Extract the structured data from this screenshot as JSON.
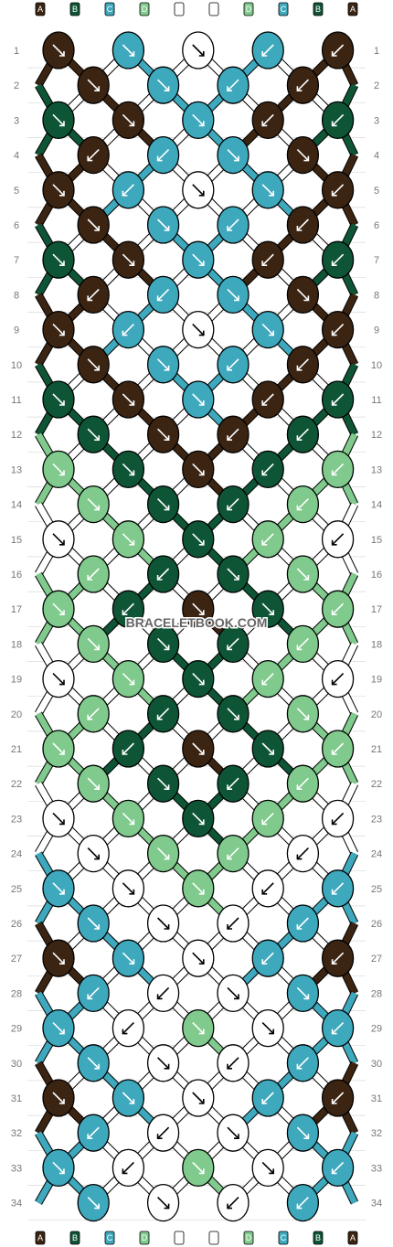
{
  "watermark": "BRACELETBOOK.COM",
  "strands": [
    "A",
    "B",
    "C",
    "D",
    "E",
    "E",
    "D",
    "C",
    "B",
    "A"
  ],
  "colors": {
    "A": "#3b2412",
    "B": "#0e5536",
    "C": "#3ea8bd",
    "D": "#7fca8c",
    "E": "#ffffff"
  },
  "row_numbers": [
    1,
    2,
    3,
    4,
    5,
    6,
    7,
    8,
    9,
    10,
    11,
    12,
    13,
    14,
    15,
    16,
    17,
    18,
    19,
    20,
    21,
    22,
    23,
    24,
    25,
    26,
    27,
    28,
    29,
    30,
    31,
    32,
    33,
    34
  ],
  "knots": [
    {
      "row": 1,
      "col": 0,
      "color": "A",
      "dir": "se"
    },
    {
      "row": 1,
      "col": 2,
      "color": "C",
      "dir": "se"
    },
    {
      "row": 1,
      "col": 4,
      "color": "E",
      "dir": "se"
    },
    {
      "row": 1,
      "col": 6,
      "color": "C",
      "dir": "sw"
    },
    {
      "row": 1,
      "col": 8,
      "color": "A",
      "dir": "sw"
    },
    {
      "row": 2,
      "col": 1,
      "color": "A",
      "dir": "se"
    },
    {
      "row": 2,
      "col": 3,
      "color": "C",
      "dir": "se"
    },
    {
      "row": 2,
      "col": 5,
      "color": "C",
      "dir": "sw"
    },
    {
      "row": 2,
      "col": 7,
      "color": "A",
      "dir": "sw"
    },
    {
      "row": 3,
      "col": 0,
      "color": "B",
      "dir": "se"
    },
    {
      "row": 3,
      "col": 2,
      "color": "A",
      "dir": "se"
    },
    {
      "row": 3,
      "col": 4,
      "color": "C",
      "dir": "se"
    },
    {
      "row": 3,
      "col": 6,
      "color": "A",
      "dir": "sw"
    },
    {
      "row": 3,
      "col": 8,
      "color": "B",
      "dir": "sw"
    },
    {
      "row": 4,
      "col": 1,
      "color": "A",
      "dir": "sw"
    },
    {
      "row": 4,
      "col": 3,
      "color": "C",
      "dir": "sw"
    },
    {
      "row": 4,
      "col": 5,
      "color": "C",
      "dir": "se"
    },
    {
      "row": 4,
      "col": 7,
      "color": "A",
      "dir": "se"
    },
    {
      "row": 5,
      "col": 0,
      "color": "A",
      "dir": "se"
    },
    {
      "row": 5,
      "col": 2,
      "color": "C",
      "dir": "sw"
    },
    {
      "row": 5,
      "col": 4,
      "color": "E",
      "dir": "se"
    },
    {
      "row": 5,
      "col": 6,
      "color": "C",
      "dir": "se"
    },
    {
      "row": 5,
      "col": 8,
      "color": "A",
      "dir": "sw"
    },
    {
      "row": 6,
      "col": 1,
      "color": "A",
      "dir": "se"
    },
    {
      "row": 6,
      "col": 3,
      "color": "C",
      "dir": "se"
    },
    {
      "row": 6,
      "col": 5,
      "color": "C",
      "dir": "sw"
    },
    {
      "row": 6,
      "col": 7,
      "color": "A",
      "dir": "sw"
    },
    {
      "row": 7,
      "col": 0,
      "color": "B",
      "dir": "se"
    },
    {
      "row": 7,
      "col": 2,
      "color": "A",
      "dir": "se"
    },
    {
      "row": 7,
      "col": 4,
      "color": "C",
      "dir": "se"
    },
    {
      "row": 7,
      "col": 6,
      "color": "A",
      "dir": "sw"
    },
    {
      "row": 7,
      "col": 8,
      "color": "B",
      "dir": "sw"
    },
    {
      "row": 8,
      "col": 1,
      "color": "A",
      "dir": "sw"
    },
    {
      "row": 8,
      "col": 3,
      "color": "C",
      "dir": "sw"
    },
    {
      "row": 8,
      "col": 5,
      "color": "C",
      "dir": "se"
    },
    {
      "row": 8,
      "col": 7,
      "color": "A",
      "dir": "se"
    },
    {
      "row": 9,
      "col": 0,
      "color": "A",
      "dir": "se"
    },
    {
      "row": 9,
      "col": 2,
      "color": "C",
      "dir": "sw"
    },
    {
      "row": 9,
      "col": 4,
      "color": "E",
      "dir": "se"
    },
    {
      "row": 9,
      "col": 6,
      "color": "C",
      "dir": "se"
    },
    {
      "row": 9,
      "col": 8,
      "color": "A",
      "dir": "sw"
    },
    {
      "row": 10,
      "col": 1,
      "color": "A",
      "dir": "se"
    },
    {
      "row": 10,
      "col": 3,
      "color": "C",
      "dir": "se"
    },
    {
      "row": 10,
      "col": 5,
      "color": "C",
      "dir": "sw"
    },
    {
      "row": 10,
      "col": 7,
      "color": "A",
      "dir": "sw"
    },
    {
      "row": 11,
      "col": 0,
      "color": "B",
      "dir": "se"
    },
    {
      "row": 11,
      "col": 2,
      "color": "A",
      "dir": "se"
    },
    {
      "row": 11,
      "col": 4,
      "color": "C",
      "dir": "se"
    },
    {
      "row": 11,
      "col": 6,
      "color": "A",
      "dir": "sw"
    },
    {
      "row": 11,
      "col": 8,
      "color": "B",
      "dir": "sw"
    },
    {
      "row": 12,
      "col": 1,
      "color": "B",
      "dir": "se"
    },
    {
      "row": 12,
      "col": 3,
      "color": "A",
      "dir": "se"
    },
    {
      "row": 12,
      "col": 5,
      "color": "A",
      "dir": "sw"
    },
    {
      "row": 12,
      "col": 7,
      "color": "B",
      "dir": "sw"
    },
    {
      "row": 13,
      "col": 0,
      "color": "D",
      "dir": "se"
    },
    {
      "row": 13,
      "col": 2,
      "color": "B",
      "dir": "se"
    },
    {
      "row": 13,
      "col": 4,
      "color": "A",
      "dir": "se"
    },
    {
      "row": 13,
      "col": 6,
      "color": "B",
      "dir": "sw"
    },
    {
      "row": 13,
      "col": 8,
      "color": "D",
      "dir": "sw"
    },
    {
      "row": 14,
      "col": 1,
      "color": "D",
      "dir": "se"
    },
    {
      "row": 14,
      "col": 3,
      "color": "B",
      "dir": "se"
    },
    {
      "row": 14,
      "col": 5,
      "color": "B",
      "dir": "sw"
    },
    {
      "row": 14,
      "col": 7,
      "color": "D",
      "dir": "sw"
    },
    {
      "row": 15,
      "col": 0,
      "color": "E",
      "dir": "se"
    },
    {
      "row": 15,
      "col": 2,
      "color": "D",
      "dir": "se"
    },
    {
      "row": 15,
      "col": 4,
      "color": "B",
      "dir": "se"
    },
    {
      "row": 15,
      "col": 6,
      "color": "D",
      "dir": "sw"
    },
    {
      "row": 15,
      "col": 8,
      "color": "E",
      "dir": "sw"
    },
    {
      "row": 16,
      "col": 1,
      "color": "D",
      "dir": "sw"
    },
    {
      "row": 16,
      "col": 3,
      "color": "B",
      "dir": "sw"
    },
    {
      "row": 16,
      "col": 5,
      "color": "B",
      "dir": "se"
    },
    {
      "row": 16,
      "col": 7,
      "color": "D",
      "dir": "se"
    },
    {
      "row": 17,
      "col": 0,
      "color": "D",
      "dir": "se"
    },
    {
      "row": 17,
      "col": 2,
      "color": "B",
      "dir": "sw"
    },
    {
      "row": 17,
      "col": 4,
      "color": "A",
      "dir": "se"
    },
    {
      "row": 17,
      "col": 6,
      "color": "B",
      "dir": "se"
    },
    {
      "row": 17,
      "col": 8,
      "color": "D",
      "dir": "sw"
    },
    {
      "row": 18,
      "col": 1,
      "color": "D",
      "dir": "se"
    },
    {
      "row": 18,
      "col": 3,
      "color": "B",
      "dir": "se"
    },
    {
      "row": 18,
      "col": 5,
      "color": "B",
      "dir": "sw"
    },
    {
      "row": 18,
      "col": 7,
      "color": "D",
      "dir": "sw"
    },
    {
      "row": 19,
      "col": 0,
      "color": "E",
      "dir": "se"
    },
    {
      "row": 19,
      "col": 2,
      "color": "D",
      "dir": "se"
    },
    {
      "row": 19,
      "col": 4,
      "color": "B",
      "dir": "se"
    },
    {
      "row": 19,
      "col": 6,
      "color": "D",
      "dir": "sw"
    },
    {
      "row": 19,
      "col": 8,
      "color": "E",
      "dir": "sw"
    },
    {
      "row": 20,
      "col": 1,
      "color": "D",
      "dir": "sw"
    },
    {
      "row": 20,
      "col": 3,
      "color": "B",
      "dir": "sw"
    },
    {
      "row": 20,
      "col": 5,
      "color": "B",
      "dir": "se"
    },
    {
      "row": 20,
      "col": 7,
      "color": "D",
      "dir": "se"
    },
    {
      "row": 21,
      "col": 0,
      "color": "D",
      "dir": "se"
    },
    {
      "row": 21,
      "col": 2,
      "color": "B",
      "dir": "sw"
    },
    {
      "row": 21,
      "col": 4,
      "color": "A",
      "dir": "se"
    },
    {
      "row": 21,
      "col": 6,
      "color": "B",
      "dir": "se"
    },
    {
      "row": 21,
      "col": 8,
      "color": "D",
      "dir": "sw"
    },
    {
      "row": 22,
      "col": 1,
      "color": "D",
      "dir": "se"
    },
    {
      "row": 22,
      "col": 3,
      "color": "B",
      "dir": "se"
    },
    {
      "row": 22,
      "col": 5,
      "color": "B",
      "dir": "sw"
    },
    {
      "row": 22,
      "col": 7,
      "color": "D",
      "dir": "sw"
    },
    {
      "row": 23,
      "col": 0,
      "color": "E",
      "dir": "se"
    },
    {
      "row": 23,
      "col": 2,
      "color": "D",
      "dir": "se"
    },
    {
      "row": 23,
      "col": 4,
      "color": "B",
      "dir": "se"
    },
    {
      "row": 23,
      "col": 6,
      "color": "D",
      "dir": "sw"
    },
    {
      "row": 23,
      "col": 8,
      "color": "E",
      "dir": "sw"
    },
    {
      "row": 24,
      "col": 1,
      "color": "E",
      "dir": "se"
    },
    {
      "row": 24,
      "col": 3,
      "color": "D",
      "dir": "se"
    },
    {
      "row": 24,
      "col": 5,
      "color": "D",
      "dir": "sw"
    },
    {
      "row": 24,
      "col": 7,
      "color": "E",
      "dir": "sw"
    },
    {
      "row": 25,
      "col": 0,
      "color": "C",
      "dir": "se"
    },
    {
      "row": 25,
      "col": 2,
      "color": "E",
      "dir": "se"
    },
    {
      "row": 25,
      "col": 4,
      "color": "D",
      "dir": "se"
    },
    {
      "row": 25,
      "col": 6,
      "color": "E",
      "dir": "sw"
    },
    {
      "row": 25,
      "col": 8,
      "color": "C",
      "dir": "sw"
    },
    {
      "row": 26,
      "col": 1,
      "color": "C",
      "dir": "se"
    },
    {
      "row": 26,
      "col": 3,
      "color": "E",
      "dir": "se"
    },
    {
      "row": 26,
      "col": 5,
      "color": "E",
      "dir": "sw"
    },
    {
      "row": 26,
      "col": 7,
      "color": "C",
      "dir": "sw"
    },
    {
      "row": 27,
      "col": 0,
      "color": "A",
      "dir": "se"
    },
    {
      "row": 27,
      "col": 2,
      "color": "C",
      "dir": "se"
    },
    {
      "row": 27,
      "col": 4,
      "color": "E",
      "dir": "se"
    },
    {
      "row": 27,
      "col": 6,
      "color": "C",
      "dir": "sw"
    },
    {
      "row": 27,
      "col": 8,
      "color": "A",
      "dir": "sw"
    },
    {
      "row": 28,
      "col": 1,
      "color": "C",
      "dir": "sw"
    },
    {
      "row": 28,
      "col": 3,
      "color": "E",
      "dir": "sw"
    },
    {
      "row": 28,
      "col": 5,
      "color": "E",
      "dir": "se"
    },
    {
      "row": 28,
      "col": 7,
      "color": "C",
      "dir": "se"
    },
    {
      "row": 29,
      "col": 0,
      "color": "C",
      "dir": "se"
    },
    {
      "row": 29,
      "col": 2,
      "color": "E",
      "dir": "sw"
    },
    {
      "row": 29,
      "col": 4,
      "color": "D",
      "dir": "se"
    },
    {
      "row": 29,
      "col": 6,
      "color": "E",
      "dir": "se"
    },
    {
      "row": 29,
      "col": 8,
      "color": "C",
      "dir": "sw"
    },
    {
      "row": 30,
      "col": 1,
      "color": "C",
      "dir": "se"
    },
    {
      "row": 30,
      "col": 3,
      "color": "E",
      "dir": "se"
    },
    {
      "row": 30,
      "col": 5,
      "color": "E",
      "dir": "sw"
    },
    {
      "row": 30,
      "col": 7,
      "color": "C",
      "dir": "sw"
    },
    {
      "row": 31,
      "col": 0,
      "color": "A",
      "dir": "se"
    },
    {
      "row": 31,
      "col": 2,
      "color": "C",
      "dir": "se"
    },
    {
      "row": 31,
      "col": 4,
      "color": "E",
      "dir": "se"
    },
    {
      "row": 31,
      "col": 6,
      "color": "C",
      "dir": "sw"
    },
    {
      "row": 31,
      "col": 8,
      "color": "A",
      "dir": "sw"
    },
    {
      "row": 32,
      "col": 1,
      "color": "C",
      "dir": "sw"
    },
    {
      "row": 32,
      "col": 3,
      "color": "E",
      "dir": "sw"
    },
    {
      "row": 32,
      "col": 5,
      "color": "E",
      "dir": "se"
    },
    {
      "row": 32,
      "col": 7,
      "color": "C",
      "dir": "se"
    },
    {
      "row": 33,
      "col": 0,
      "color": "C",
      "dir": "se"
    },
    {
      "row": 33,
      "col": 2,
      "color": "E",
      "dir": "sw"
    },
    {
      "row": 33,
      "col": 4,
      "color": "D",
      "dir": "se"
    },
    {
      "row": 33,
      "col": 6,
      "color": "E",
      "dir": "se"
    },
    {
      "row": 33,
      "col": 8,
      "color": "C",
      "dir": "sw"
    },
    {
      "row": 34,
      "col": 1,
      "color": "C",
      "dir": "se"
    },
    {
      "row": 34,
      "col": 3,
      "color": "E",
      "dir": "se"
    },
    {
      "row": 34,
      "col": 5,
      "color": "E",
      "dir": "sw"
    },
    {
      "row": 34,
      "col": 7,
      "color": "C",
      "dir": "sw"
    }
  ]
}
